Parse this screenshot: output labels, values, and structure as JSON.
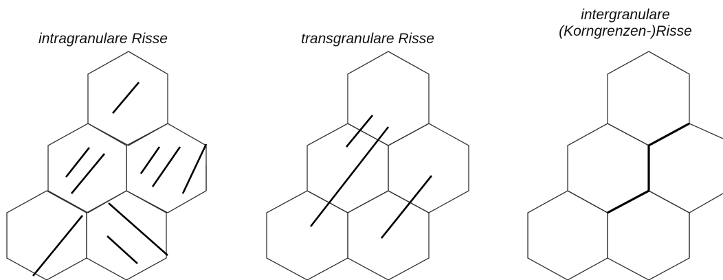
{
  "panels": [
    {
      "title": "intragranulare Risse"
    },
    {
      "title": "transgranulare Risse"
    },
    {
      "title_line1": "intergranulare",
      "title_line2": "(Korngrenzen-)Risse"
    }
  ],
  "colors": {
    "edge": "#333333",
    "crack": "#000000"
  }
}
